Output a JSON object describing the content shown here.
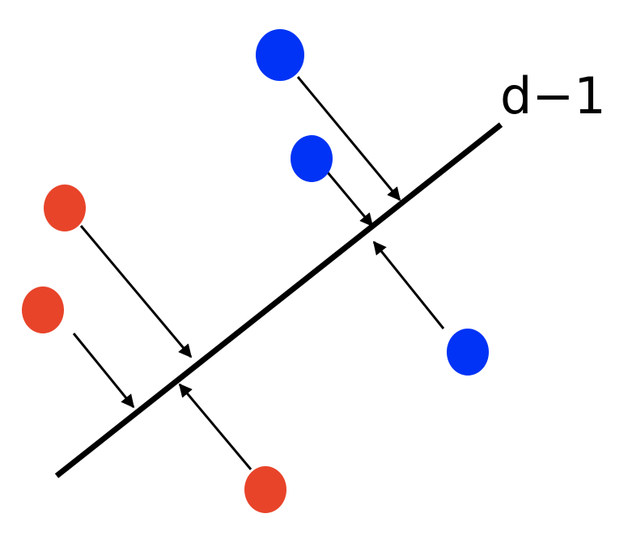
{
  "diagram": {
    "label": "d−1",
    "colors": {
      "line": "#000000",
      "arrow": "#000000",
      "class_red": "#E8442A",
      "class_blue": "#0033F5"
    },
    "points": [
      {
        "id": "blue-top",
        "class": "blue"
      },
      {
        "id": "blue-mid",
        "class": "blue"
      },
      {
        "id": "blue-right",
        "class": "blue"
      },
      {
        "id": "red-upper",
        "class": "red"
      },
      {
        "id": "red-left",
        "class": "red"
      },
      {
        "id": "red-bottom",
        "class": "red"
      }
    ]
  }
}
